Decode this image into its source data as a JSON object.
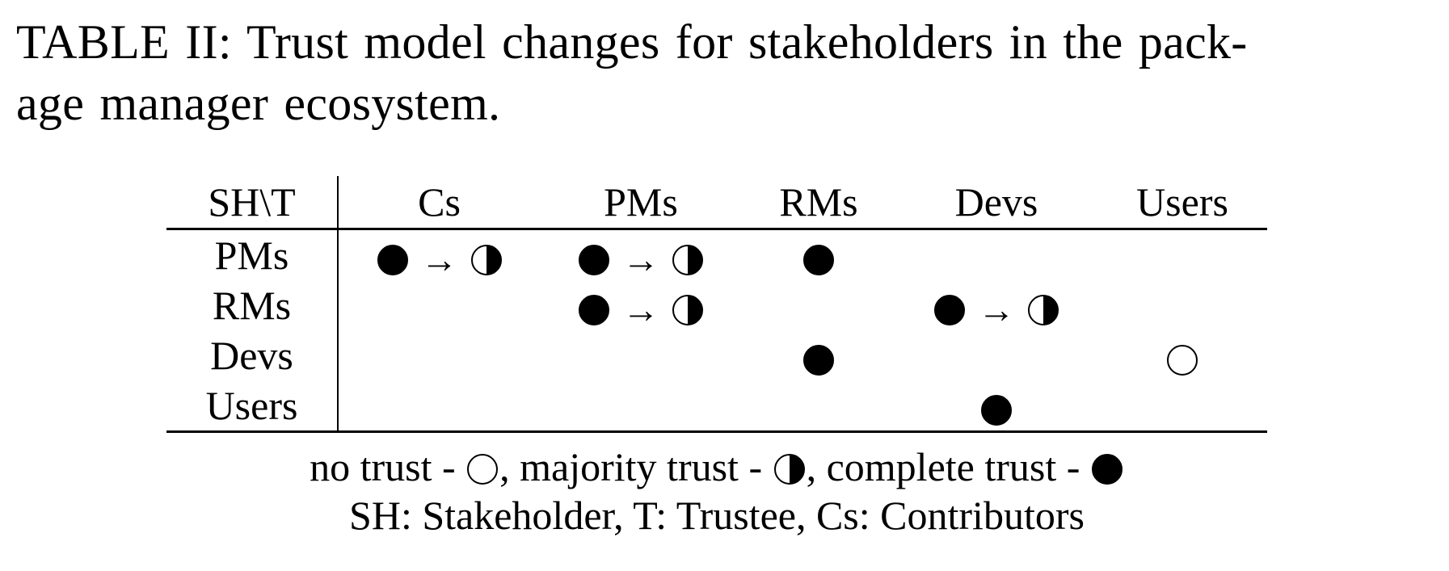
{
  "caption": {
    "line1": "TABLE II: Trust model changes for stakeholders in the pack-",
    "line2": "age manager ecosystem."
  },
  "table": {
    "corner": "SH\\T",
    "columns": [
      "Cs",
      "PMs",
      "RMs",
      "Devs",
      "Users"
    ],
    "rows": [
      {
        "label": "PMs",
        "cells": [
          "full>half",
          "full>half",
          "full",
          "",
          ""
        ]
      },
      {
        "label": "RMs",
        "cells": [
          "",
          "full>half",
          "",
          "full>half",
          ""
        ]
      },
      {
        "label": "Devs",
        "cells": [
          "",
          "",
          "full",
          "",
          "none"
        ]
      },
      {
        "label": "Users",
        "cells": [
          "",
          "",
          "",
          "full",
          ""
        ]
      }
    ],
    "arrow": "→",
    "symbol_icons": {
      "full": "filled-circle-icon",
      "half": "half-filled-circle-icon",
      "none": "empty-circle-icon"
    }
  },
  "legend": {
    "no_trust": "no trust - ",
    "sep1": ", majority trust - ",
    "sep2": ", complete trust - ",
    "line2": "SH: Stakeholder, T: Trustee, Cs: Contributors"
  }
}
